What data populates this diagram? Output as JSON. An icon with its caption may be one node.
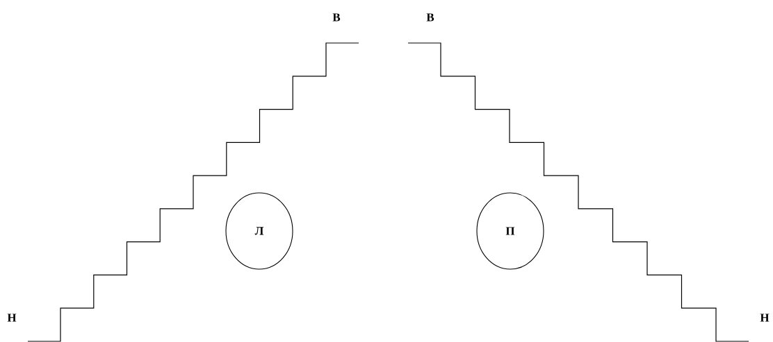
{
  "diagram": {
    "nodes": [
      {
        "text": [
          "В"
        ]
      },
      {
        "text": [
          "В"
        ]
      },
      {
        "text": [
          "Л"
        ]
      },
      {
        "text": [
          "П"
        ]
      },
      {
        "text": [
          "Н"
        ]
      },
      {
        "text": [
          "Н"
        ]
      }
    ],
    "edges": [
      {
        "from": 4,
        "to": 0,
        "arrow": "none"
      },
      {
        "from": 1,
        "to": 5,
        "arrow": "none"
      }
    ]
  }
}
